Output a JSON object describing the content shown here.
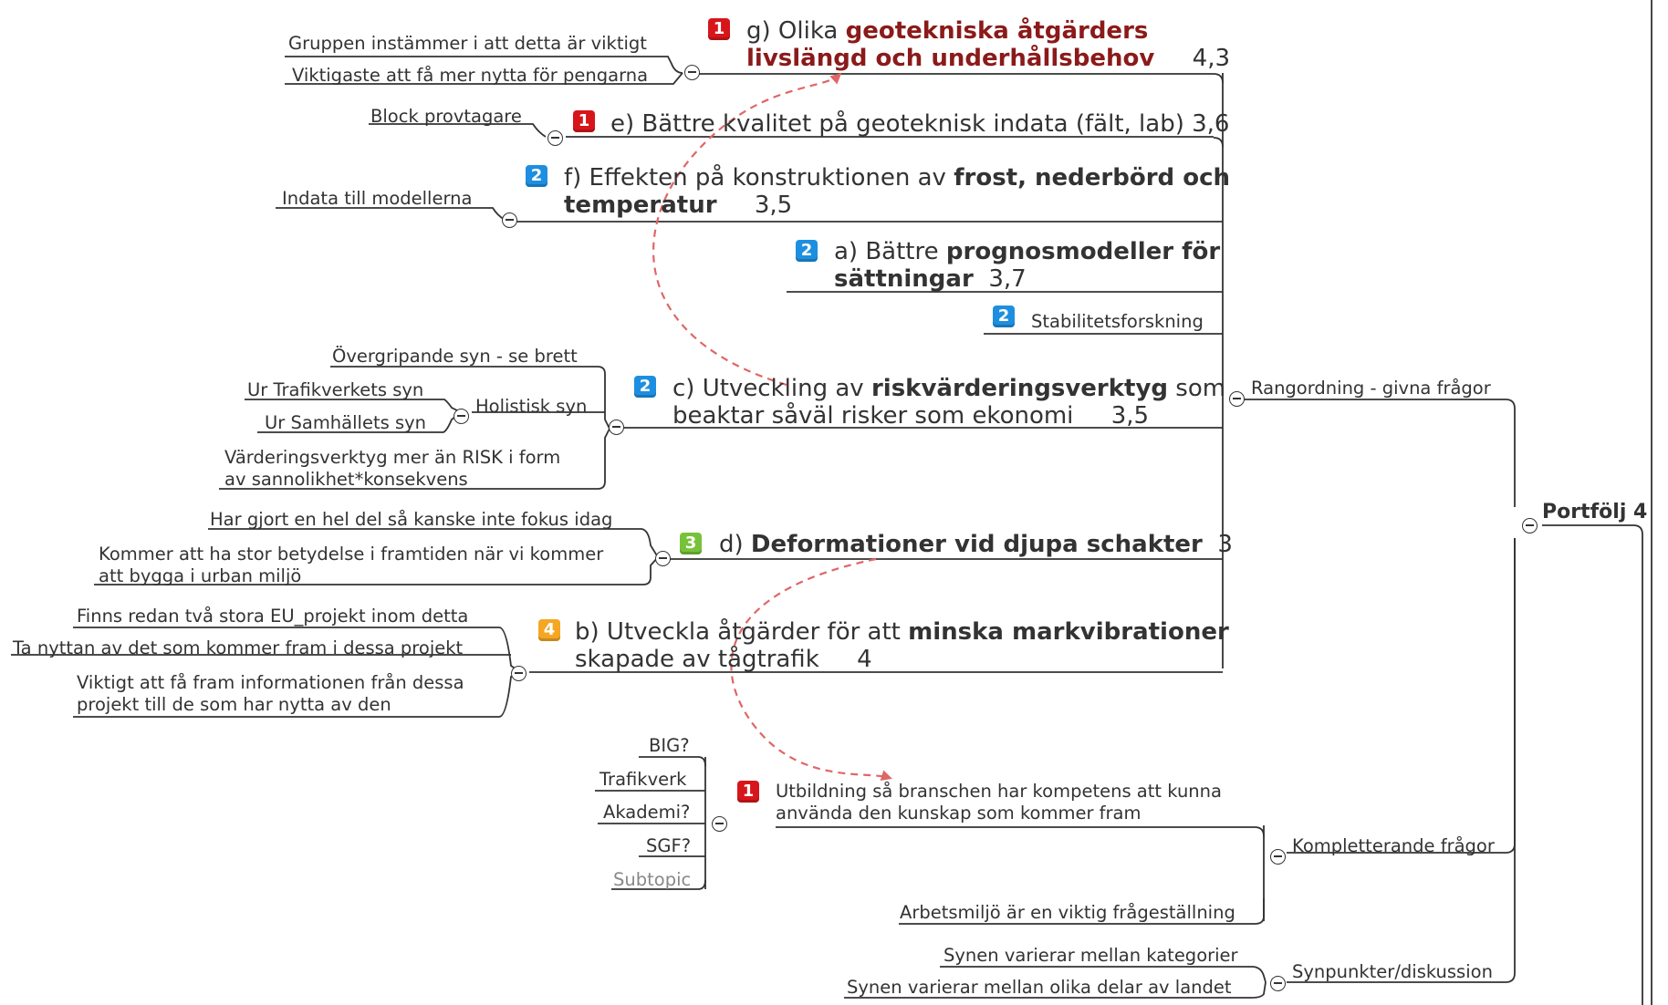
{
  "colors": {
    "line": "#333333",
    "highlight_text": "#8b1a1a",
    "relation_arrow": "#e06666",
    "priority_1": "#d7161b",
    "priority_2": "#1e8fe0",
    "priority_3": "#78c23a",
    "priority_4": "#f5a623"
  },
  "root": {
    "label": "Portfölj 4"
  },
  "branches": {
    "ranking": {
      "label": "Rangordning - givna frågor"
    },
    "complementary": {
      "label": "Kompletterande frågor"
    },
    "views": {
      "label": "Synpunkter/diskussion"
    }
  },
  "topics": {
    "g": {
      "priority": "1",
      "prefix": "g) Olika ",
      "bold1": "geotekniska åtgärders",
      "bold2": "livslängd och underhållsbehov",
      "score": "4,3",
      "notes": [
        "Gruppen instämmer i att detta är viktigt",
        "Viktigaste att få mer nytta för pengarna"
      ]
    },
    "e": {
      "priority": "1",
      "text": "e) Bättre kvalitet på geoteknisk indata (fält, lab) 3,6",
      "notes": [
        "Block provtagare"
      ]
    },
    "f": {
      "priority": "2",
      "prefix": "f) Effekten på konstruktionen av ",
      "bold1": "frost, nederbörd och",
      "bold2": "temperatur",
      "score": "3,5",
      "notes": [
        "Indata till modellerna"
      ]
    },
    "a": {
      "priority": "2",
      "prefix": "a) Bättre ",
      "bold1": "prognosmodeller för",
      "bold2": "sättningar",
      "score": "3,7"
    },
    "stab": {
      "priority": "2",
      "text": "Stabilitetsforskning"
    },
    "c": {
      "priority": "2",
      "prefix": "c) Utveckling av ",
      "bold1": "riskvärderingsverktyg",
      "suffix": " som",
      "line2": "beaktar såväl risker som ekonomi",
      "score": "3,5",
      "notes": {
        "overview": "Övergripande syn - se brett",
        "holistic": "Holistisk syn",
        "trafikverket": "Ur Trafikverkets syn",
        "society": "Ur Samhällets syn",
        "valuation1": "Värderingsverktyg mer än RISK i form",
        "valuation2": "av sannolikhet*konsekvens"
      }
    },
    "d": {
      "priority": "3",
      "prefix": "d) ",
      "bold1": "Deformationer vid djupa schakter",
      "score": "3",
      "notes": [
        "Har gjort en hel del så kanske inte fokus idag",
        "Kommer att ha stor betydelse i framtiden när vi kommer",
        "att bygga i urban miljö"
      ]
    },
    "b": {
      "priority": "4",
      "prefix": "b) Utveckla åtgärder för att ",
      "bold1": "minska markvibrationer",
      "line2": "skapade av tågtrafik",
      "score": "4",
      "notes": [
        "Finns redan två stora EU_projekt inom detta",
        "Ta nyttan av det som kommer fram i dessa projekt",
        "Viktigt att få fram informationen från dessa",
        "projekt till de som har nytta av den"
      ]
    },
    "edu": {
      "priority": "1",
      "line1": "Utbildning så branschen har kompetens att kunna",
      "line2": "använda den kunskap som kommer fram",
      "notes": [
        "BIG?",
        "Trafikverk",
        "Akademi?",
        "SGF?",
        "Subtopic"
      ]
    },
    "work": {
      "text": "Arbetsmiljö är en viktig frågeställning"
    },
    "views": {
      "notes": [
        "Synen varierar mellan kategorier",
        "Synen varierar mellan olika delar av landet"
      ]
    }
  }
}
